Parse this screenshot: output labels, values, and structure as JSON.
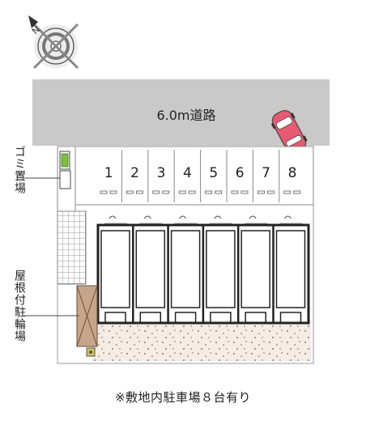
{
  "road": {
    "label": "6.0m道路"
  },
  "parking": {
    "spaces": [
      "1",
      "2",
      "3",
      "4",
      "5",
      "6",
      "7",
      "8"
    ]
  },
  "labels": {
    "garbage": "ゴミ置場",
    "bike_shelter": "屋根付駐輪場"
  },
  "compass": {
    "north_label": "N"
  },
  "footnote": "※敷地内駐車場８台有り",
  "colors": {
    "road": "#c9c9c9",
    "building_border": "#222222",
    "outline": "#888888",
    "car": "#e85a73",
    "gravel": "#f5ede4",
    "shelter": "#c6a58a"
  }
}
